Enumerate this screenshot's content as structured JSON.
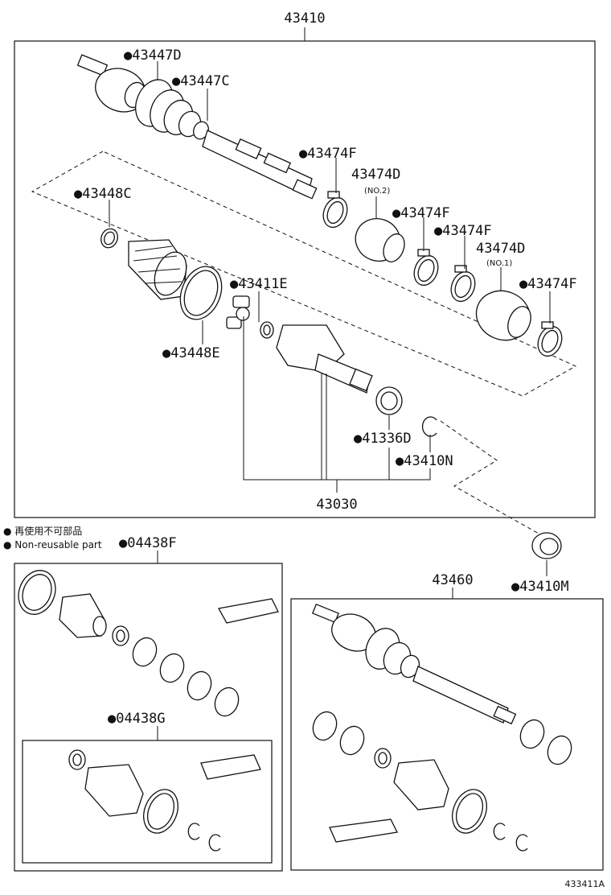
{
  "labels": {
    "assembly_main": "43410",
    "outer_boot_clamp_large": "●43447D",
    "outer_boot_clamp_small": "●43447C",
    "damper_clamp_1": "●43474F",
    "damper_no2": "43474D",
    "damper_no2_note": "(NO.2)",
    "damper_clamp_2": "●43474F",
    "damper_clamp_3": "●43474F",
    "damper_no1": "43474D",
    "damper_no1_note": "(NO.1)",
    "damper_clamp_4": "●43474F",
    "inner_boot_clamp_small": "●43448C",
    "tripod_ring": "●43411E",
    "inner_boot_clamp_large": "●43448E",
    "dust_seal": "●41336D",
    "snap_ring": "●43410N",
    "inner_joint_assembly": "43030",
    "seal_43410m": "●43410M",
    "boot_kit_outer": "●04438F",
    "boot_kit_inner": "●04438G",
    "assembly_second": "43460",
    "diagram_ref": "433411A"
  },
  "legend": {
    "line_ja": "● 再使用不可部品",
    "line_en": "● Non-reusable part"
  },
  "colors": {
    "ink": "#111111",
    "paper": "#ffffff"
  }
}
